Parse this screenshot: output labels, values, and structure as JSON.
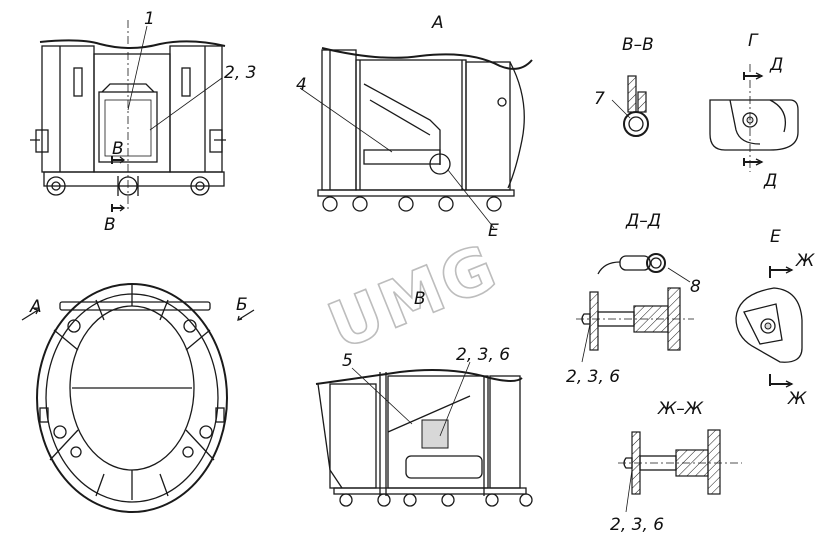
{
  "watermark": "UMG",
  "views": {
    "view_a": "А",
    "view_b_title": "Б",
    "view_v_title": "В",
    "section_vv": "В–В",
    "view_g": "Г",
    "section_dd": "Д–Д",
    "view_e": "Е",
    "section_zhzh": "Ж–Ж"
  },
  "callouts": {
    "c1": "1",
    "c23": "2, 3",
    "c4": "4",
    "c5": "5",
    "c236_top": "2, 3, 6",
    "c7": "7",
    "c8": "8",
    "c236_dd": "2, 3, 6",
    "c236_zz": "2, 3, 6"
  },
  "markers": {
    "v_top": "В",
    "v_bottom": "В",
    "arrow_a": "А",
    "arrow_b": "Б",
    "d_top": "Д",
    "d_bottom": "Д",
    "e_mark": "Е",
    "zh_top": "Ж",
    "zh_bottom": "Ж"
  }
}
